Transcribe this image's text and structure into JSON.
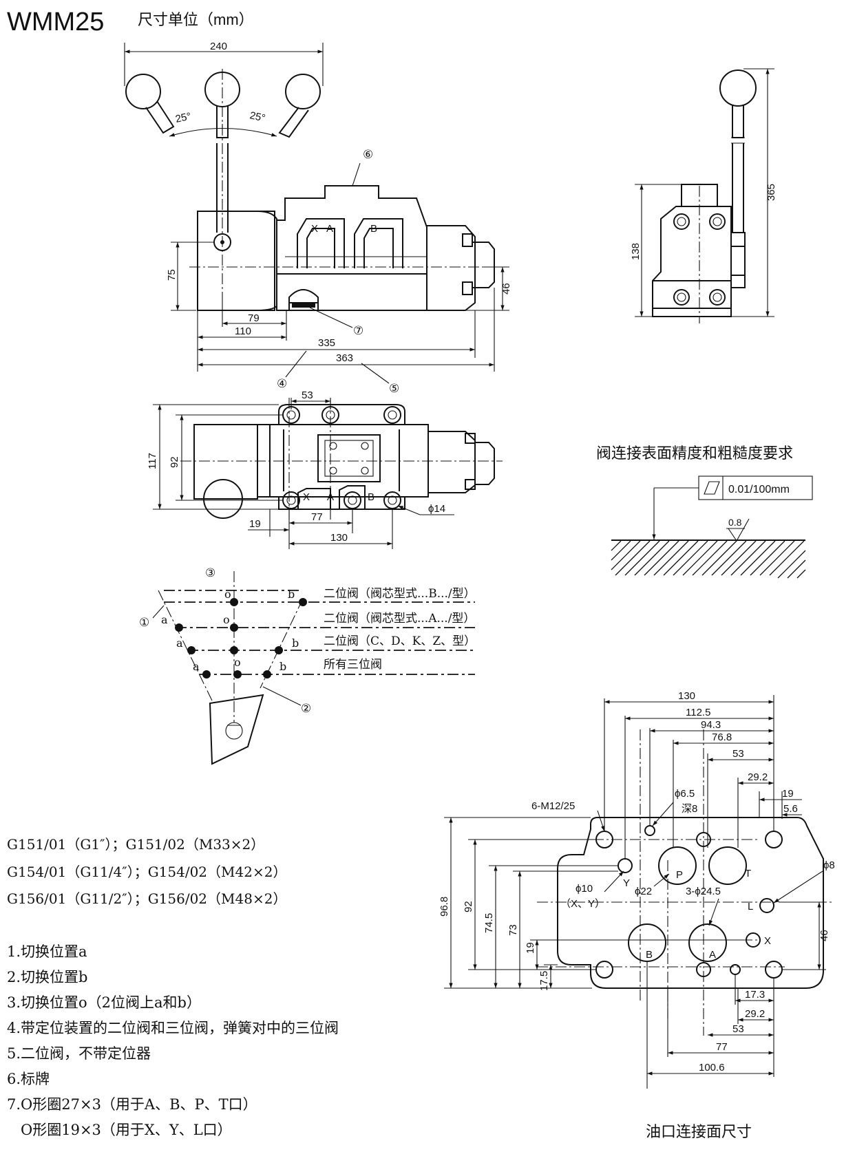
{
  "header": {
    "model": "WMM25",
    "unit": "尺寸单位（mm）"
  },
  "front_view": {
    "dims": {
      "width_top": "240",
      "angle_left": "25°",
      "angle_right": "25°",
      "h75": "75",
      "h46": "46",
      "d79": "79",
      "d110": "110",
      "d335": "335",
      "d363": "363"
    },
    "ports": {
      "x": "X",
      "a": "A",
      "b": "B"
    },
    "callouts": {
      "c4": "④",
      "c5": "⑤",
      "c6": "⑥",
      "c7": "⑦"
    }
  },
  "side_view": {
    "dims": {
      "h365": "365",
      "h138": "138"
    }
  },
  "top_view": {
    "dims": {
      "d53": "53",
      "d117": "117",
      "d92": "92",
      "d19": "19",
      "d77": "77",
      "d130": "130",
      "phi14": "ϕ14"
    },
    "ports": {
      "x": "X",
      "a": "A",
      "b": "B"
    }
  },
  "surface_req": {
    "title": "阀连接表面精度和粗糙度要求",
    "flatness": "0.01/100mm",
    "roughness": "0.8"
  },
  "positions": {
    "labels": {
      "a": "a",
      "o": "o",
      "b": "b"
    },
    "callouts": {
      "c1": "①",
      "c2": "②",
      "c3": "③"
    },
    "rows": [
      "二位阀（阀芯型式...B.../型）",
      "二位阀（阀芯型式...A.../型）",
      "二位阀（C、D、K、Z、型）",
      "所有三位阀"
    ]
  },
  "port_face": {
    "caption": "油口连接面尺寸",
    "top_dims": [
      "130",
      "112.5",
      "94.3",
      "76.8",
      "53",
      "29.2",
      "19",
      "5.6"
    ],
    "bottom_dims": [
      "17.3",
      "29.2",
      "53",
      "77",
      "100.6"
    ],
    "left_dims": [
      "96.8",
      "92",
      "74.5",
      "73",
      "19",
      "17.5"
    ],
    "right_dim": "46",
    "hole_notes": {
      "m12": "6-M12/25",
      "phi65": "ϕ6.5",
      "depth": "深8",
      "phi10": "ϕ10",
      "xy": "（X、Y）",
      "phi22": "ϕ22",
      "phi245": "3-ϕ24.5",
      "phi8": "ϕ8"
    },
    "port_letters": {
      "p": "P",
      "t": "T",
      "a": "A",
      "b": "B",
      "x": "X",
      "y": "Y",
      "l": "L"
    }
  },
  "subplates": [
    "G151/01（G1″）；G151/02（M33×2）",
    "G154/01（G11/4″）；G154/02（M42×2）",
    "G156/01（G11/2″）；G156/02（M48×2）"
  ],
  "notes": [
    "1.切换位置a",
    "2.切换位置b",
    "3.切换位置o（2位阀上a和b）",
    "4.带定位装置的二位阀和三位阀，弹簧对中的三位阀",
    "5.二位阀，不带定位器",
    "6.标牌",
    "7.O形圈27×3（用于A、B、P、T口）",
    "O形圈19×3（用于X、Y、L口）"
  ]
}
